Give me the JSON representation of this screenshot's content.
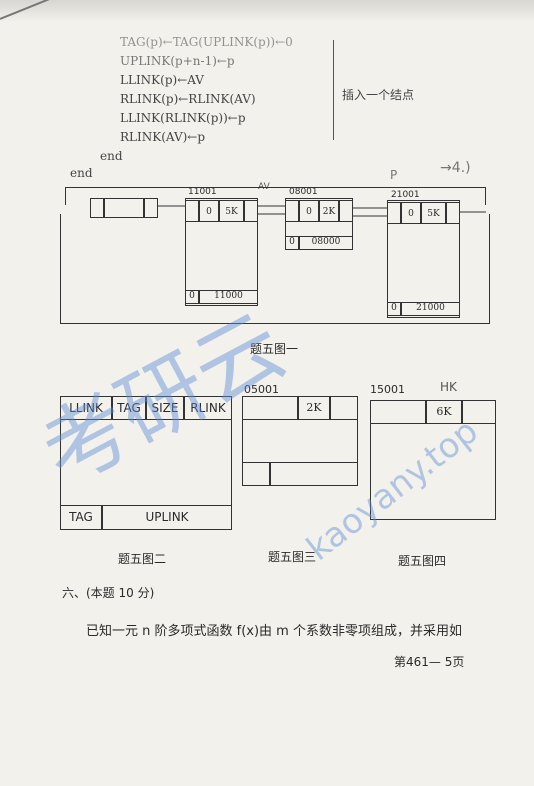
{
  "code": {
    "line1": "TAG(p)←TAG(UPLINK(p))←0",
    "line2": "UPLINK(p+n-1)←p",
    "line3": "LLINK(p)←AV",
    "line4": "RLINK(p)←RLINK(AV)",
    "line5": "LLINK(RLINK(p))←p",
    "line6": "RLINK(AV)←p",
    "annotation": "插入一个结点",
    "end1": "end",
    "end2": "end"
  },
  "fig1": {
    "caption": "题五图一",
    "node1": {
      "addr": "11001",
      "tag": "0",
      "size": "5K",
      "bottom_tag": "0",
      "bottom_val": "11000"
    },
    "node2": {
      "addr": "08001",
      "tag": "0",
      "size": "2K",
      "bottom_tag": "0",
      "bottom_val": "08000"
    },
    "node3": {
      "addr": "21001",
      "tag": "0",
      "size": "5K",
      "bottom_tag": "0",
      "bottom_val": "21000"
    },
    "note_av": "AV",
    "note_pencil1": "P",
    "note_pencil2": "→4.)"
  },
  "fig2": {
    "caption": "题五图二",
    "headers": [
      "LLINK",
      "TAG",
      "SIZE",
      "RLINK"
    ],
    "footer": [
      "TAG",
      "UPLINK"
    ]
  },
  "fig3": {
    "caption": "题五图三",
    "addr": "05001",
    "size": "2K"
  },
  "fig4": {
    "caption": "题五图四",
    "addr": "15001",
    "size": "6K",
    "note": "HK"
  },
  "section": {
    "heading": "六、(本题 10 分)",
    "body": "已知一元 n 阶多项式函数 f(x)由 m 个系数非零项组成，并采用如"
  },
  "footer": {
    "page": "第461— 5页"
  },
  "watermark": {
    "cn": "考研云",
    "url": "kaoyany.top"
  }
}
